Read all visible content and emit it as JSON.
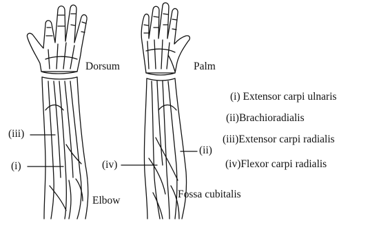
{
  "labels": {
    "dorsum": "Dorsum",
    "palm": "Palm",
    "elbow": "Elbow",
    "fossa": "Fossa cubitalis",
    "callout_iii": "(iii)",
    "callout_i": "(i)",
    "callout_iv": "(iv)",
    "callout_ii": "(ii)"
  },
  "legend": [
    {
      "num": "(i)",
      "text": "Extensor carpi ulnaris"
    },
    {
      "num": "(ii)",
      "text": "Brachioradialis"
    },
    {
      "num": "(iii)",
      "text": "Extensor carpi radialis"
    },
    {
      "num": "(iv)",
      "text": "Flexor carpi radialis"
    }
  ],
  "colors": {
    "ink": "#111111",
    "background": "#ffffff"
  }
}
